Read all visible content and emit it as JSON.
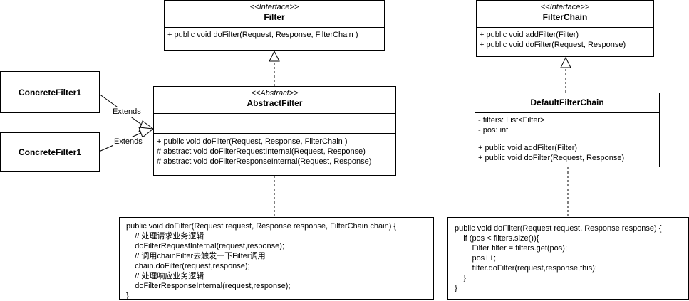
{
  "filter": {
    "stereotype": "<<Interface>>",
    "name": "Filter",
    "methods": [
      "+ public void doFilter(Request, Response, FilterChain )"
    ]
  },
  "filter_chain": {
    "stereotype": "<<Interface>>",
    "name": "FilterChain",
    "methods": [
      "+ public void addFilter(Filter)",
      "+ public void doFilter(Request, Response)"
    ]
  },
  "abstract_filter": {
    "stereotype": "<<Abstract>>",
    "name": "AbstractFilter",
    "methods": [
      "+ public void doFilter(Request, Response, FilterChain )",
      "# abstract void doFilterRequestInternal(Request, Response)",
      "# abstract void doFilterResponseInternal(Request, Response)"
    ]
  },
  "default_filter_chain": {
    "name": "DefaultFilterChain",
    "fields": [
      "- filters: List<Filter>",
      "- pos: int"
    ],
    "methods": [
      "+ public void addFilter(Filter)",
      "+ public void doFilter(Request, Response)"
    ]
  },
  "concrete_filters": [
    "ConcreteFilter1",
    "ConcreteFilter1"
  ],
  "extends_labels": [
    "Extends",
    "Extends"
  ],
  "note_abstract_filter": [
    "public void doFilter(Request request, Response response, FilterChain chain) {",
    "    // 处理请求业务逻辑",
    "    doFilterRequestInternal(request,response);",
    "    // 调用chainFilter去触发一下Filter调用",
    "    chain.doFilter(request,response);",
    "    // 处理响应业务逻辑",
    "    doFilterResponseInternal(request,response);",
    "}"
  ],
  "note_default_filter_chain": [
    "public void doFilter(Request request, Response response) {",
    "    if (pos < filters.size()){",
    "        Filter filter = filters.get(pos);",
    "        pos++;",
    "        filter.doFilter(request,response,this);",
    "    }",
    "}"
  ]
}
